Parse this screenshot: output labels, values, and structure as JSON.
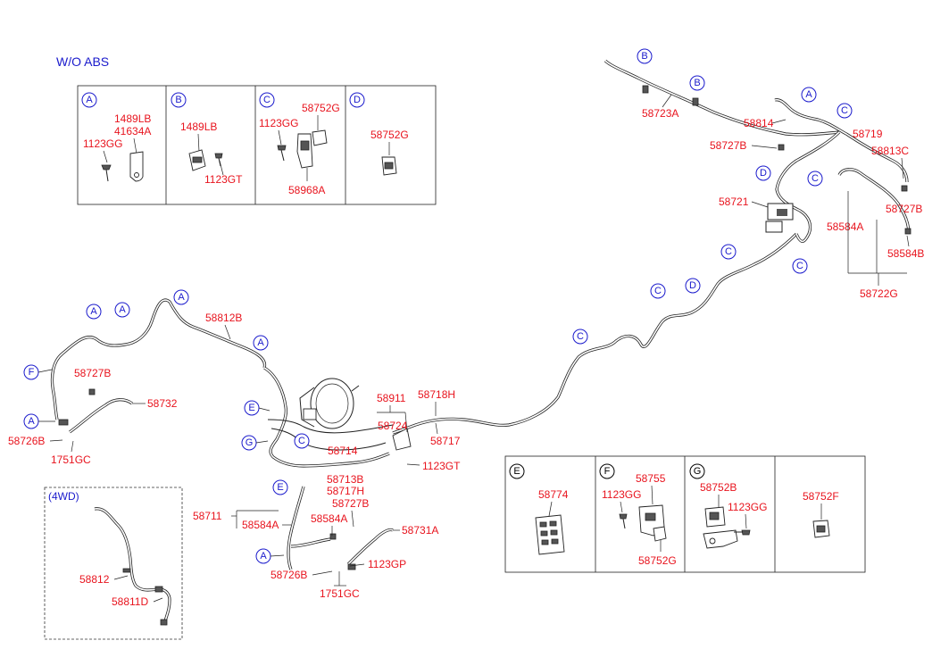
{
  "header": {
    "variant_label": "W/O ABS",
    "fwd_label": "(4WD)"
  },
  "callouts": {
    "p58723A": "58723A",
    "p58814": "58814",
    "p58727B_top": "58727B",
    "p58719": "58719",
    "p58813C": "58813C",
    "p58721": "58721",
    "p58727B_right": "58727B",
    "p58584A_right": "58584A",
    "p58584B": "58584B",
    "p58722G": "58722G",
    "p58812B": "58812B",
    "p58727B_left": "58727B",
    "p58732": "58732",
    "p58726B_left": "58726B",
    "p1751GC_left": "1751GC",
    "p58911": "58911",
    "p58718H": "58718H",
    "p58724": "58724",
    "p58717": "58717",
    "p58714": "58714",
    "p1123GT": "1123GT",
    "p58713B": "58713B",
    "p58717H": "58717H",
    "p58727B_mid": "58727B",
    "p58711": "58711",
    "p58584A_mid": "58584A",
    "p58584A_small": "58584A",
    "p58731A": "58731A",
    "p1123GP": "1123GP",
    "p58726B_bot": "58726B",
    "p1751GC_bot": "1751GC",
    "p58812": "58812",
    "p58811D": "58811D"
  },
  "top_legend": {
    "A": {
      "letter": "A",
      "labels": [
        "1489LB",
        "41634A",
        "1123GG"
      ]
    },
    "B": {
      "letter": "B",
      "labels": [
        "1489LB",
        "1123GT"
      ]
    },
    "C": {
      "letter": "C",
      "labels": [
        "1123GG",
        "58752G",
        "58968A"
      ]
    },
    "D": {
      "letter": "D",
      "labels": [
        "58752G"
      ]
    }
  },
  "bottom_legend": {
    "E": {
      "letter": "E",
      "labels": [
        "58774"
      ]
    },
    "F": {
      "letter": "F",
      "labels": [
        "58755",
        "1123GG",
        "58752G"
      ]
    },
    "G": {
      "letter": "G",
      "labels": [
        "58752B",
        "1123GG"
      ]
    },
    "H": {
      "labels": [
        "58752F"
      ]
    }
  },
  "markers": {
    "B1": "B",
    "B2": "B",
    "A_top": "A",
    "C_top": "C",
    "D_top": "D",
    "C_r1": "C",
    "C_r2": "C",
    "C_m1": "C",
    "D_m": "D",
    "C_m2": "C",
    "C_m3": "C",
    "A_l1": "A",
    "A_l2": "A",
    "A_l3": "A",
    "A_l4": "A",
    "F_l": "F",
    "A_l5": "A",
    "E_1": "E",
    "G_1": "G",
    "C_1": "C",
    "E_2": "E",
    "A_b": "A"
  }
}
